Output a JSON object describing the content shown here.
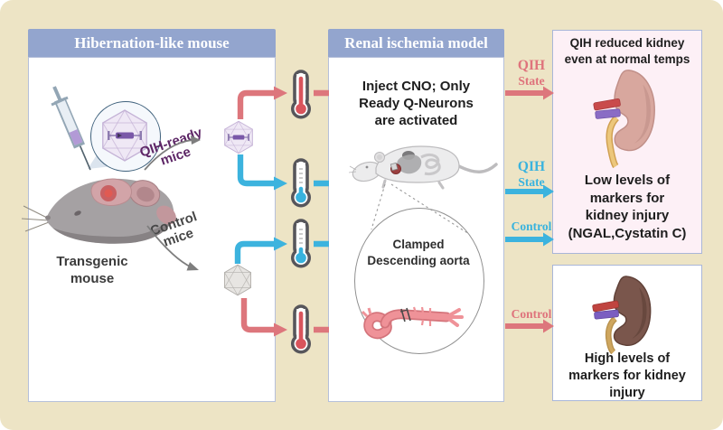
{
  "palette": {
    "background": "#ede4c5",
    "panel_header": "#93a5ce",
    "warm_accent": "#dd767c",
    "cold_accent": "#3cb3de",
    "qih_text": "#5e2767",
    "result_panel_pink": "#fdf0f6"
  },
  "left_panel": {
    "title": "Hibernation-like mouse",
    "qih_ready_label": "QIH-ready\nmice",
    "control_label": "Control\nmice",
    "mouse_caption": "Transgenic\nmouse"
  },
  "middle_panel": {
    "title": "Renal ischemia model",
    "inject_text": "Inject CNO; Only\nReady Q-Neurons\nare activated",
    "clamp_label": "Clamped\nDescending aorta"
  },
  "flows": {
    "qih_warm": {
      "label": "QIH\nState"
    },
    "qih_cold": {
      "label": "QIH\nState"
    },
    "control_cold": {
      "label": "Control"
    },
    "control_warm": {
      "label": "Control"
    }
  },
  "outcomes": {
    "protected": {
      "title": "QIH reduced kidney\neven at normal temps",
      "caption": "Low levels of\nmarkers for\nkidney injury\n(NGAL,Cystatin C)"
    },
    "injured": {
      "caption": "High levels of\nmarkers for kidney\ninjury"
    }
  }
}
